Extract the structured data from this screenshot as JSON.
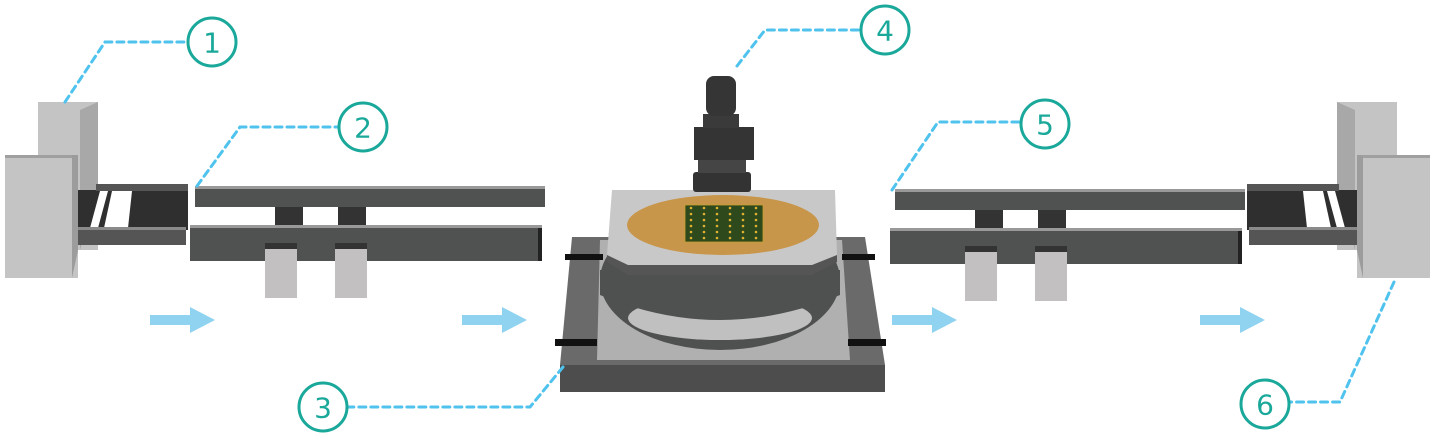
{
  "callouts": [
    {
      "id": "1",
      "label": "1"
    },
    {
      "id": "2",
      "label": "2"
    },
    {
      "id": "3",
      "label": "3"
    },
    {
      "id": "4",
      "label": "4"
    },
    {
      "id": "5",
      "label": "5"
    },
    {
      "id": "6",
      "label": "6"
    }
  ],
  "colors": {
    "callout": "#1aa89a",
    "leader": "#4fc3ee",
    "arrow": "#8fd3f0",
    "wafer": "#c8964a",
    "chip": "#2e4a1c"
  },
  "flow_arrows": 4
}
